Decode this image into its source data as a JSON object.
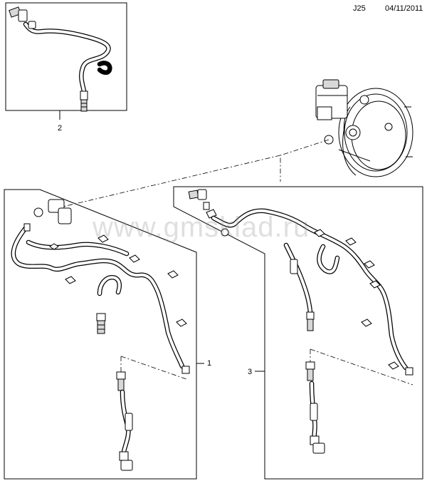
{
  "header": {
    "code": "J25",
    "date": "04/11/2011"
  },
  "callouts": {
    "one": "1",
    "two": "2",
    "three": "3"
  },
  "watermark": "www.gmsklad.ru"
}
